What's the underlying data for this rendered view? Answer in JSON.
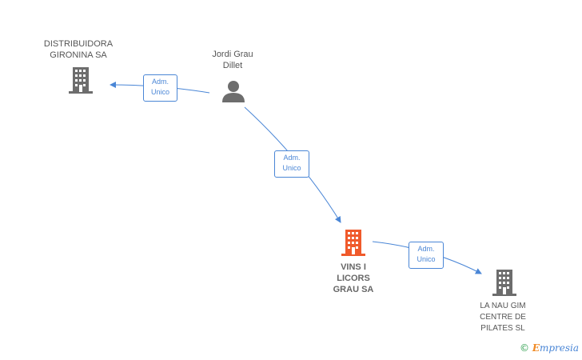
{
  "nodes": {
    "distribuidora": {
      "label": "DISTRIBUIDORA\nGIRONINA SA",
      "type": "company"
    },
    "jordi": {
      "label": "Jordi Grau\nDillet",
      "type": "person"
    },
    "vins": {
      "label": "VINS I\nLICORS\nGRAU SA",
      "type": "company-main"
    },
    "lanau": {
      "label": "LA NAU GIM\nCENTRE DE\nPILATES SL",
      "type": "company"
    }
  },
  "edges": {
    "jordi_to_distribuidora": {
      "label": "Adm.\nUnico"
    },
    "jordi_to_vins": {
      "label": "Adm.\nUnico"
    },
    "vins_to_lanau": {
      "label": "Adm.\nUnico"
    }
  },
  "brand": {
    "copyright": "©",
    "initial": "E",
    "rest": "mpresia"
  },
  "colors": {
    "edge": "#4a86d6",
    "company": "#6d6d6d",
    "main_company": "#f05a2b",
    "person": "#6d6d6d"
  },
  "icons": {
    "company": "building-icon",
    "person": "person-icon"
  }
}
